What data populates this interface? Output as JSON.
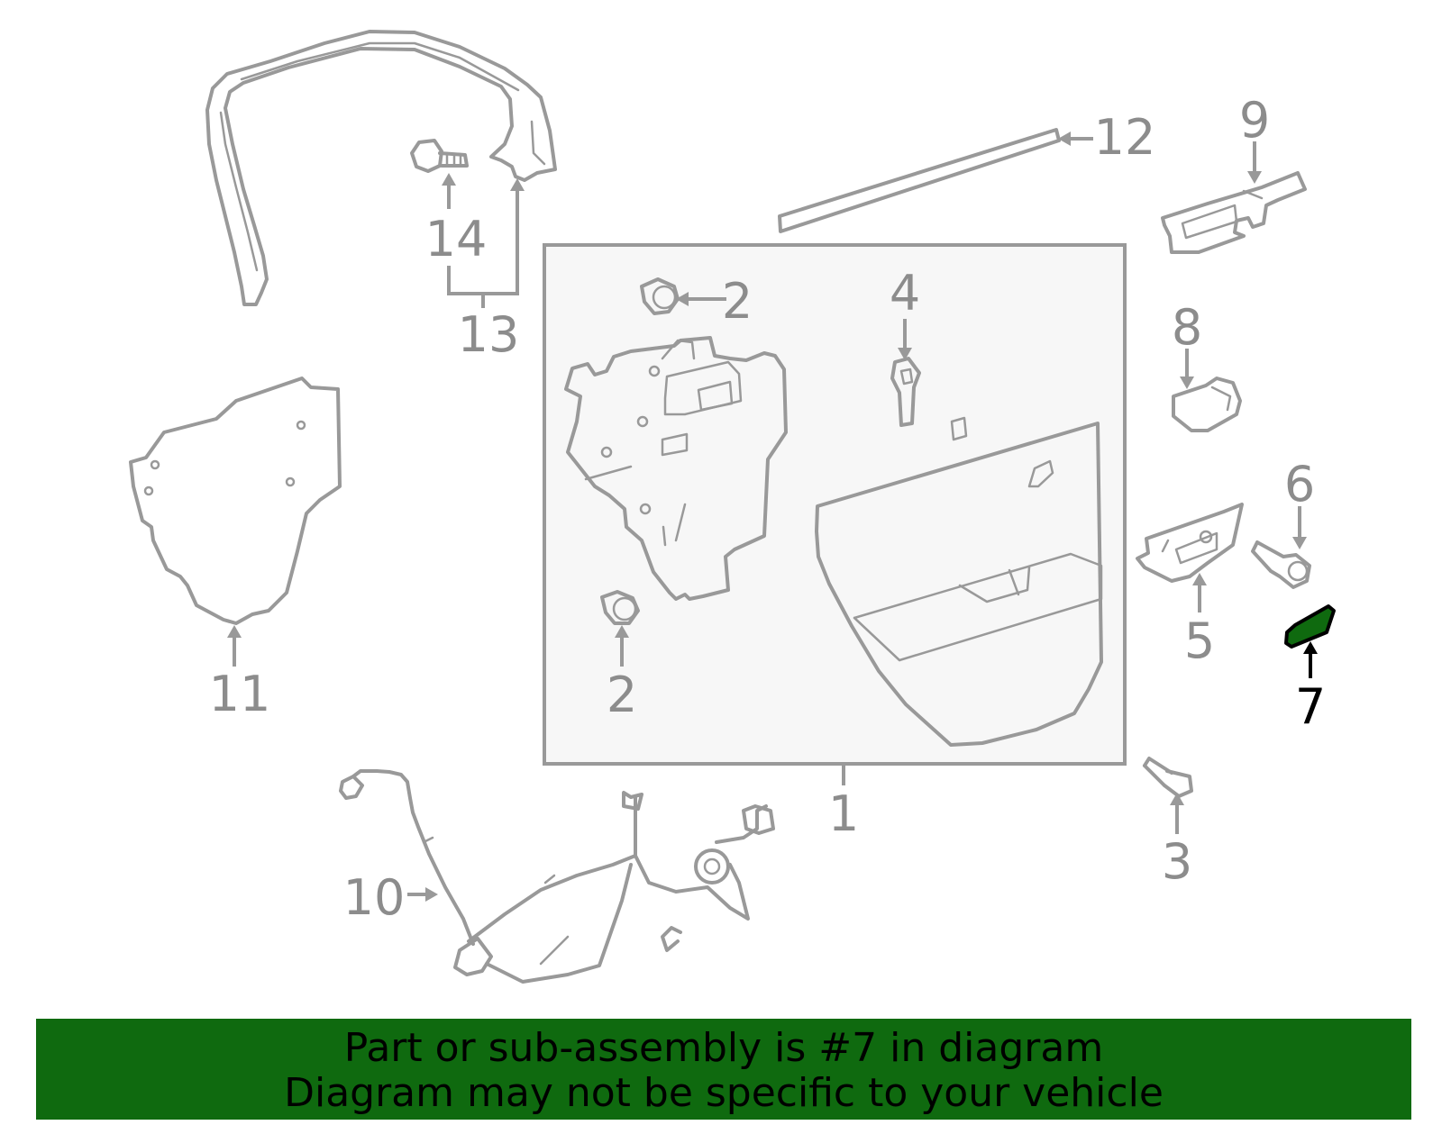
{
  "callouts": [
    "1",
    "2",
    "2",
    "3",
    "4",
    "5",
    "6",
    "7",
    "8",
    "9",
    "10",
    "11",
    "12",
    "13",
    "14"
  ],
  "highlighted_part": "7",
  "colors": {
    "line": "#999999",
    "label": "#8c8c8c",
    "highlight_fill": "#0f6a0f",
    "highlight_label": "#000000",
    "banner_bg": "#0f6a0f",
    "box_fill": "#f7f7f7"
  },
  "banner": {
    "line1": "Part or sub-assembly is #7 in diagram",
    "line2": "Diagram may not be specific to your vehicle"
  }
}
